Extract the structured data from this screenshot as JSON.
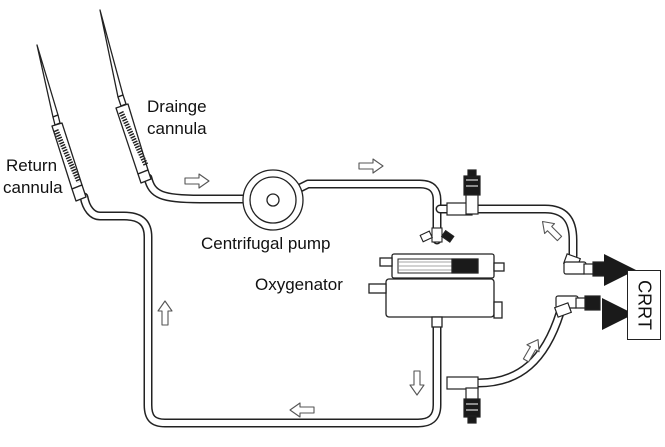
{
  "labels": {
    "drainage_line1": "Drainge",
    "drainage_line2": "cannula",
    "return_line1": "Return",
    "return_line2": "cannula",
    "pump": "Centrifugal pump",
    "oxygenator": "Oxygenator",
    "crrt": "CRRT"
  },
  "colors": {
    "stroke": "#222222",
    "tubing_fill": "#ffffff",
    "dark_fill": "#1a1a1a",
    "background": "#ffffff"
  },
  "icons": [
    "flow-arrow-icon",
    "stopcock-icon",
    "luer-connector-icon",
    "solid-arrow-icon"
  ]
}
